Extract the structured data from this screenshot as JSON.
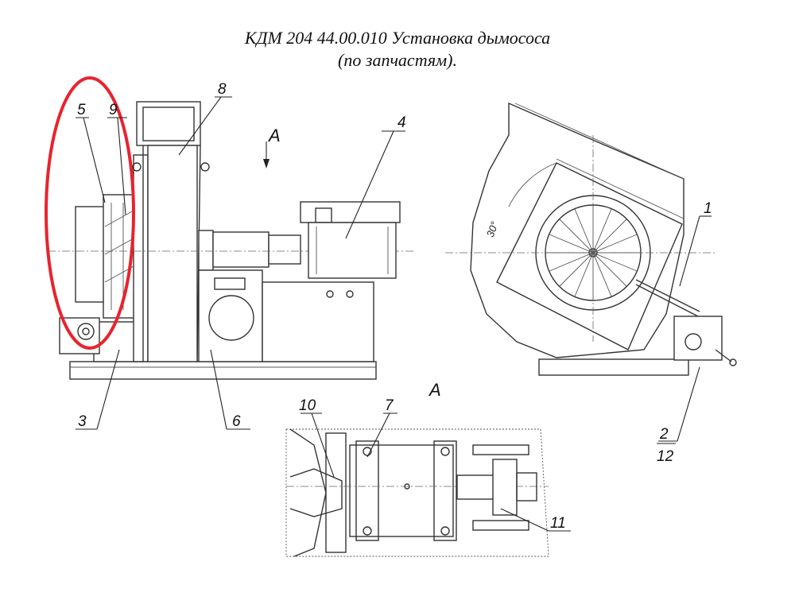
{
  "title": {
    "line1": "КДМ 204 44.00.010 Установка дымососа",
    "line2": "(по запчастям)."
  },
  "view_labels": {
    "arrow_label": "А",
    "section_label": "А"
  },
  "angle_label": "30°",
  "callouts": [
    "1",
    "2",
    "3",
    "4",
    "5",
    "6",
    "7",
    "8",
    "9",
    "10",
    "11",
    "12"
  ],
  "highlight_color": "#e8232e"
}
